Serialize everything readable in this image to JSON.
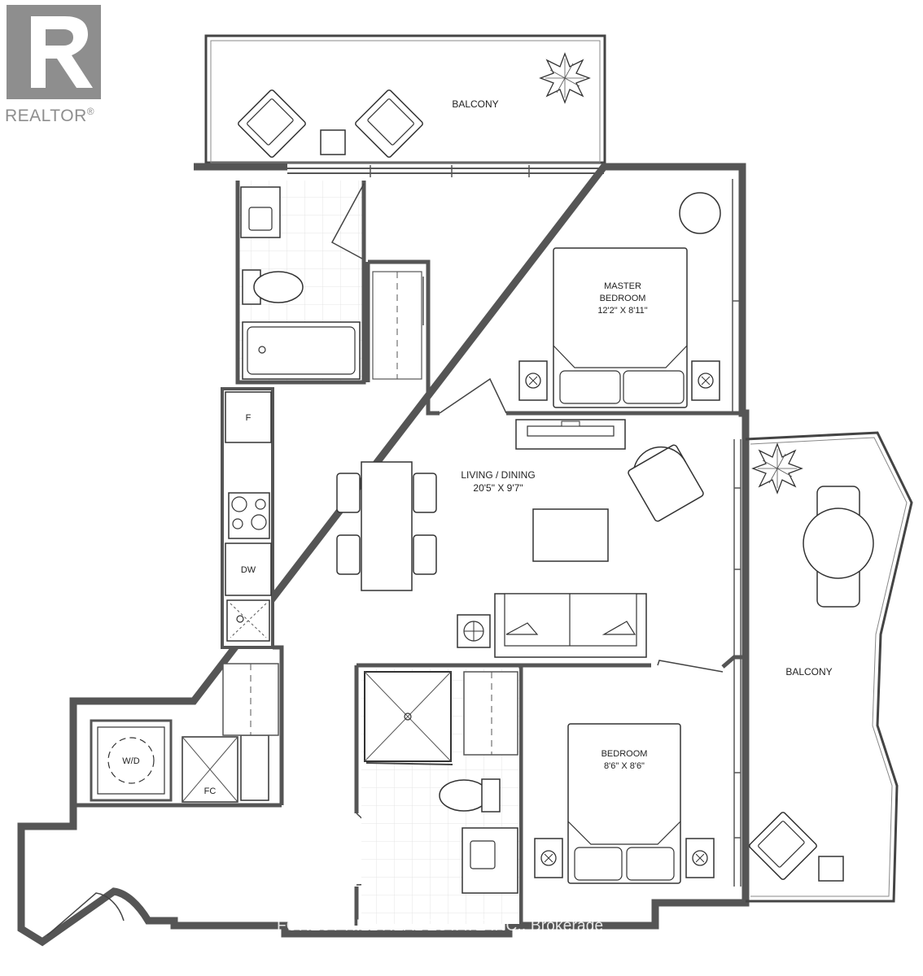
{
  "brand": {
    "name": "REALTOR",
    "registered_mark": "®"
  },
  "rooms": {
    "balcony_top": "BALCONY",
    "master_bedroom_line1": "MASTER",
    "master_bedroom_line2": "BEDROOM",
    "master_bedroom_size": "12'2\" X 8'11\"",
    "living_dining": "LIVING / DINING",
    "living_dining_size": "20'5\" X 9'7\"",
    "bedroom": "BEDROOM",
    "bedroom_size": "8'6\" X 8'6\"",
    "balcony_right": "BALCONY"
  },
  "fixtures": {
    "fridge": "F",
    "dishwasher": "DW",
    "washer_dryer": "W/D",
    "furnace_closet": "FC"
  },
  "watermark": "FOREST HILL REAL ESTATE INC., Brokerage",
  "colors": {
    "wall": "#555555",
    "logo": "#8e8e8e",
    "hatch": "#dddddd"
  }
}
